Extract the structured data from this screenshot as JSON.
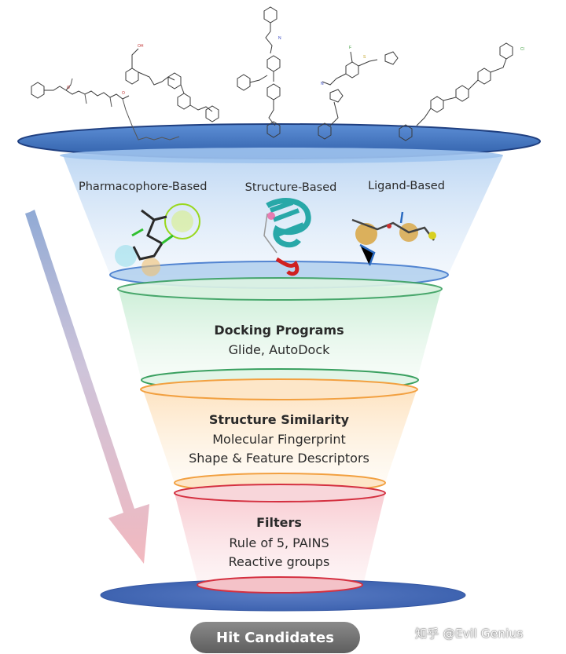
{
  "categories": [
    "Pharmacophore-Based",
    "Structure-Based",
    "Ligand-Based"
  ],
  "stages": [
    {
      "title": "Docking Programs",
      "lines": [
        "Glide, AutoDock"
      ]
    },
    {
      "title": "Structure Similarity",
      "lines": [
        "Molecular Fingerprint",
        "Shape & Feature Descriptors"
      ]
    },
    {
      "title": "Filters",
      "lines": [
        "Rule of 5, PAINS",
        "Reactive groups"
      ]
    }
  ],
  "result_button": "Hit Candidates",
  "watermark": "知乎 @Evil Genius",
  "colors": {
    "blue": "#3f6db8",
    "light_blue": "#8fb6e6",
    "green": "#3aa060",
    "orange": "#f2a040",
    "red": "#d43040",
    "arrow_pink": "#e8a0a8"
  }
}
